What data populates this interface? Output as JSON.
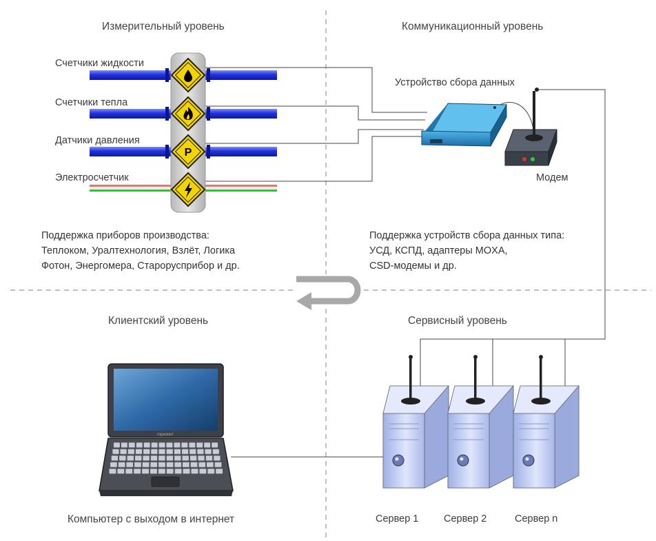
{
  "sections": {
    "measurement": "Измерительный уровень",
    "communication": "Коммуникационный уровень",
    "client": "Клиентский уровень",
    "service": "Сервисный уровень"
  },
  "meters": [
    {
      "label": "Счетчики жидкости",
      "icon": "drop-icon"
    },
    {
      "label": "Счетчики тепла",
      "icon": "flame-icon"
    },
    {
      "label": "Датчики давления",
      "icon": "pressure-icon",
      "symbol": "P"
    },
    {
      "label": "Электросчетчик",
      "icon": "lightning-icon"
    }
  ],
  "devices": {
    "collector": "Устройство сбора данных",
    "modem": "Модем",
    "computer": "Компьютер с выходом в интернет",
    "laptop_brand": "горизонт"
  },
  "support_meters": [
    "Поддержка приборов производства:",
    "Теплоком, Уралтехнология, Взлёт, Логика",
    "Фотон, Энергомера, Старорусприбор и др."
  ],
  "support_collectors": [
    "Поддержка устройств сбора данных типа:",
    "УСД, КСПД, адаптеры MOXA,",
    "CSD-модемы и др."
  ],
  "servers": [
    "Сервер 1",
    "Сервер 2",
    "Сервер n"
  ],
  "colors": {
    "pipe": "#2233dd",
    "sign": "#f4d400",
    "collector": "#2b8bc4",
    "server": "#b9c7ee",
    "divider": "#999999"
  }
}
